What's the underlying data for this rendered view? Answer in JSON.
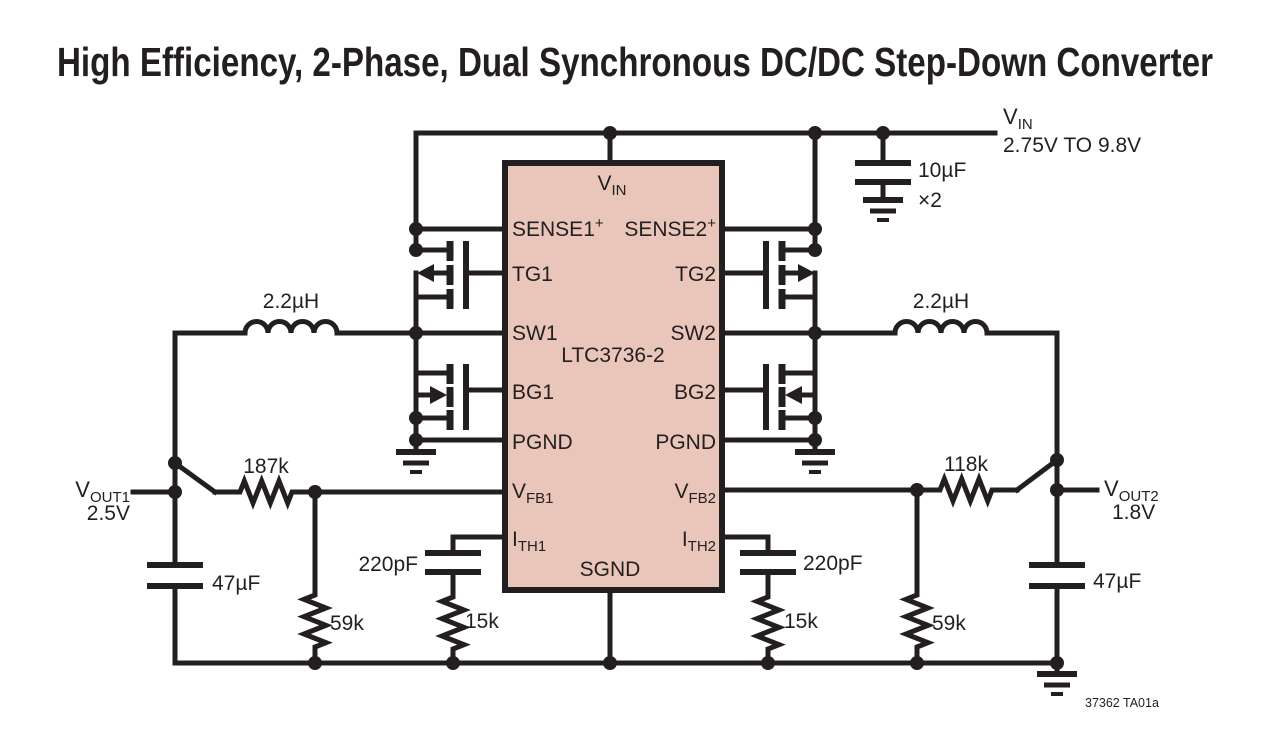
{
  "title": "High Efficiency, 2-Phase, Dual Synchronous DC/DC Step-Down Converter",
  "footnote": "37362 TA01a",
  "colors": {
    "ic_fill": "#e9c5ba",
    "line": "#231f20"
  },
  "ic": {
    "part_number": "LTC3736-2",
    "pins": {
      "vin": {
        "main": "V",
        "sub": "IN"
      },
      "sense1": {
        "main": "SENSE1",
        "sup": "+"
      },
      "sense2": {
        "main": "SENSE2",
        "sup": "+"
      },
      "tg1": "TG1",
      "tg2": "TG2",
      "sw1": "SW1",
      "sw2": "SW2",
      "bg1": "BG1",
      "bg2": "BG2",
      "pgnd1": "PGND",
      "pgnd2": "PGND",
      "vfb1": {
        "main": "V",
        "sub": "FB1"
      },
      "vfb2": {
        "main": "V",
        "sub": "FB2"
      },
      "ith1": {
        "main": "I",
        "sub": "TH1"
      },
      "ith2": {
        "main": "I",
        "sub": "TH2"
      },
      "sgnd": "SGND"
    }
  },
  "power_input": {
    "label": {
      "main": "V",
      "sub": "IN"
    },
    "range": "2.75V TO 9.8V",
    "cap": {
      "value": "10µF",
      "multiplier": "×2"
    }
  },
  "phase1": {
    "inductor": "2.2µH",
    "feedback_top_resistor": "187k",
    "feedback_bottom_resistor": "59k",
    "ith_cap": "220pF",
    "ith_resistor": "15k",
    "output_cap": "47µF",
    "output": {
      "label": {
        "main": "V",
        "sub": "OUT1"
      },
      "voltage": "2.5V"
    }
  },
  "phase2": {
    "inductor": "2.2µH",
    "feedback_top_resistor": "118k",
    "feedback_bottom_resistor": "59k",
    "ith_cap": "220pF",
    "ith_resistor": "15k",
    "output_cap": "47µF",
    "output": {
      "label": {
        "main": "V",
        "sub": "OUT2"
      },
      "voltage": "1.8V"
    }
  }
}
